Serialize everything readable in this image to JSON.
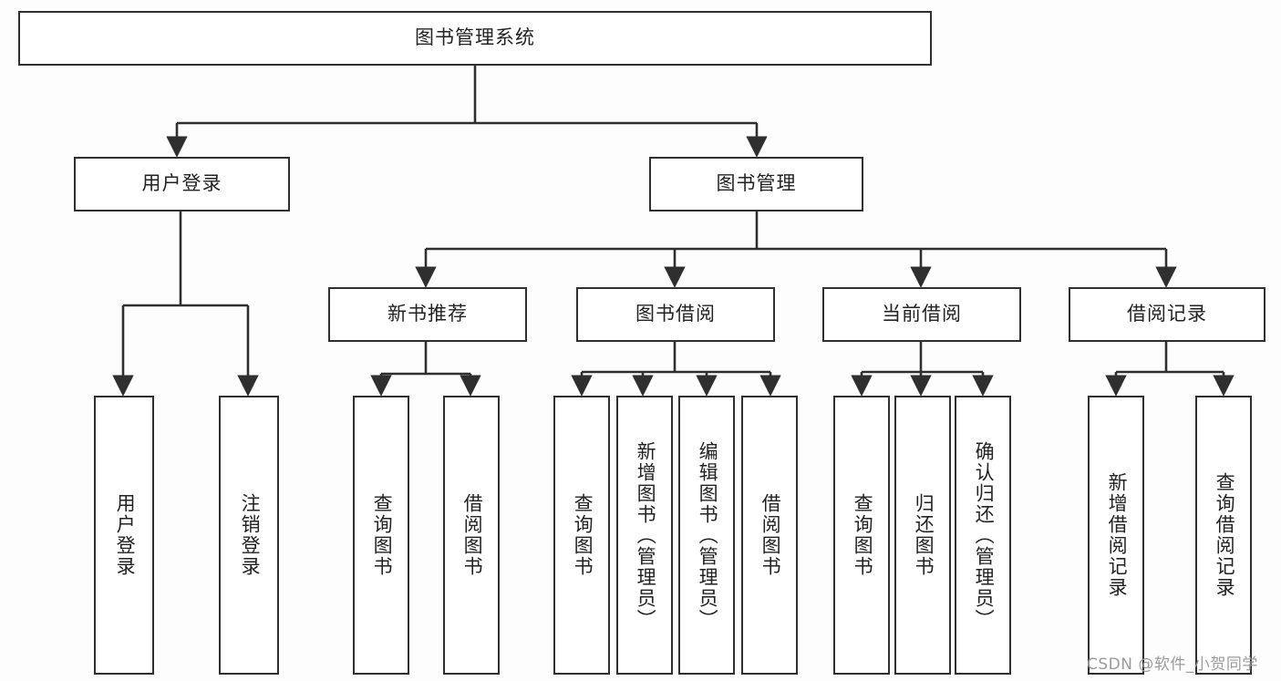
{
  "diagram": {
    "type": "tree",
    "title": "图书管理系统",
    "root": {
      "label": "图书管理系统"
    },
    "level2": [
      {
        "label": "用户登录"
      },
      {
        "label": "图书管理"
      }
    ],
    "level3": [
      {
        "label": "新书推荐"
      },
      {
        "label": "图书借阅"
      },
      {
        "label": "当前借阅"
      },
      {
        "label": "借阅记录"
      }
    ],
    "leaves": {
      "user_login": [
        {
          "label": "用户登录"
        },
        {
          "label": "注销登录"
        }
      ],
      "new_book_recommend": [
        {
          "label": "查询图书"
        },
        {
          "label": "借阅图书"
        }
      ],
      "book_borrow": [
        {
          "label": "查询图书"
        },
        {
          "label": "新增图书（管理员）"
        },
        {
          "label": "编辑图书（管理员）"
        },
        {
          "label": "借阅图书"
        }
      ],
      "current_borrow": [
        {
          "label": "查询图书"
        },
        {
          "label": "归还图书"
        },
        {
          "label": "确认归还（管理员）"
        }
      ],
      "borrow_record": [
        {
          "label": "新增借阅记录"
        },
        {
          "label": "查询借阅记录"
        }
      ]
    }
  },
  "watermark": {
    "text": "CSDN @软件_小贺同学"
  },
  "colors": {
    "border": "#2f2f2f",
    "background": "#fdfdfd",
    "node_fill": "#ffffff",
    "text": "#222222",
    "watermark": "#9a9a9a"
  }
}
